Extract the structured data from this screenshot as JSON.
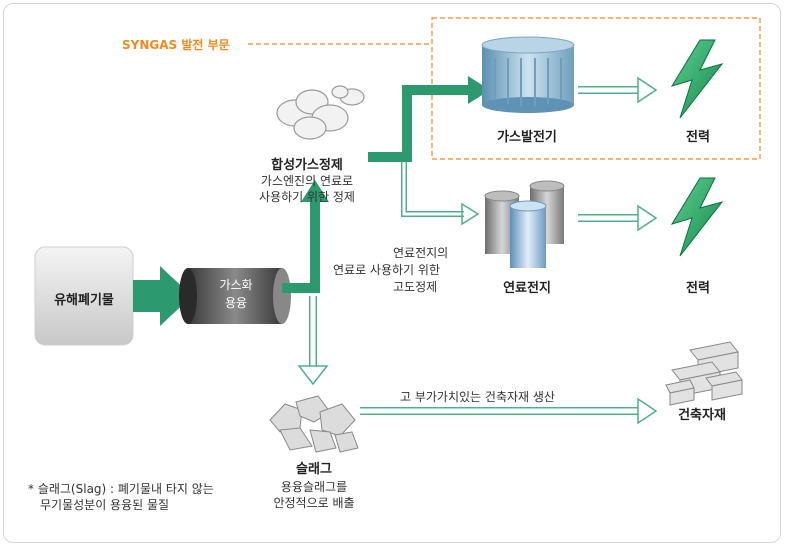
{
  "syngas_section": "SYNGAS 발전 부문",
  "nodes": {
    "waste": "유해폐기물",
    "gasify_line1": "가스화",
    "gasify_line2": "용융",
    "syngas_clean": "합성가스정제",
    "syngas_clean_desc1": "가스엔진의 연료로",
    "syngas_clean_desc2": "사용하기 위한 정제",
    "gas_generator": "가스발전기",
    "fuel_cell": "연료전지",
    "power_top": "전력",
    "power_mid": "전력",
    "slag": "슬래그",
    "slag_desc1": "용융슬래그를",
    "slag_desc2": "안정적으로 배출",
    "building_material": "건축자재"
  },
  "annotations": {
    "fuel_cell_desc1": "연료전지의",
    "fuel_cell_desc2": "연료로 사용하기 위한",
    "fuel_cell_desc3": "고도정제",
    "high_value": "고 부가가치있는 건축자재 생산",
    "footnote1": "* 슬래그(Slag) : 폐기물내 타지 않는",
    "footnote2": "무기물성분이 용융된 물질"
  },
  "colors": {
    "accent_green": "#2c9a6e",
    "orange": "#f08a1c"
  }
}
